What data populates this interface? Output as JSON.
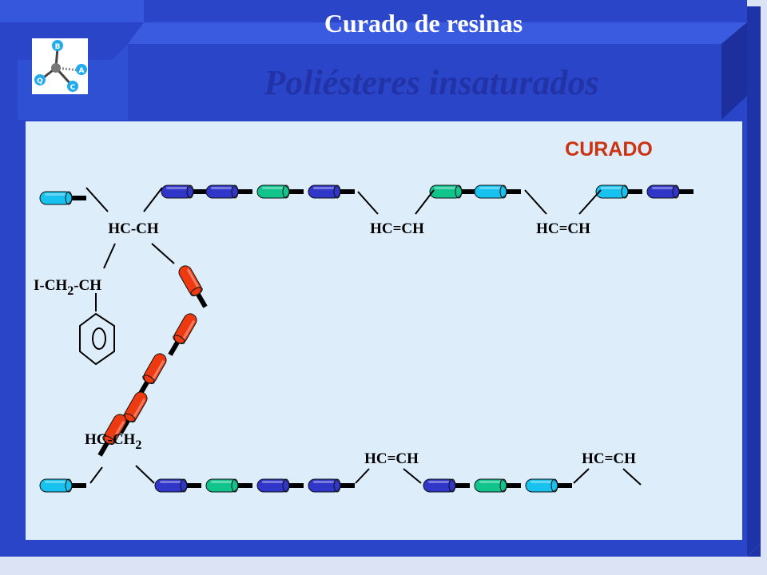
{
  "header": {
    "title": "Curado de resinas",
    "subtitle": "Poliésteres insaturados"
  },
  "diagram": {
    "curado_label": "CURADO",
    "labels": {
      "hc_ch": "HC-CH",
      "hc_eq_1": "HC=CH",
      "hc_eq_2": "HC=CH",
      "ch2_base": "I-CH",
      "ch2_sub": "2",
      "ch2_tail": "-CH",
      "hcch2_base": "HC-CH",
      "hcch2_sub": "2",
      "hc_eq_3": "HC=CH",
      "hc_eq_4": "HC=CH"
    }
  },
  "colors": {
    "frame": "#2a45c8",
    "frame_dark": "#1b2f9e",
    "frame_light": "#4a68e6",
    "panel": "#ddeefa",
    "title_text": "#ffffff",
    "subtitle_text": "#2233a8",
    "curado": "#cc3311",
    "segment_blue": "#2f36c8",
    "segment_cyan": "#18c2ee",
    "segment_green": "#10c48c",
    "segment_red": "#ee3a10"
  },
  "icons": {
    "logo": "molecule-logo-icon",
    "benzene": "benzene-ring-icon"
  }
}
